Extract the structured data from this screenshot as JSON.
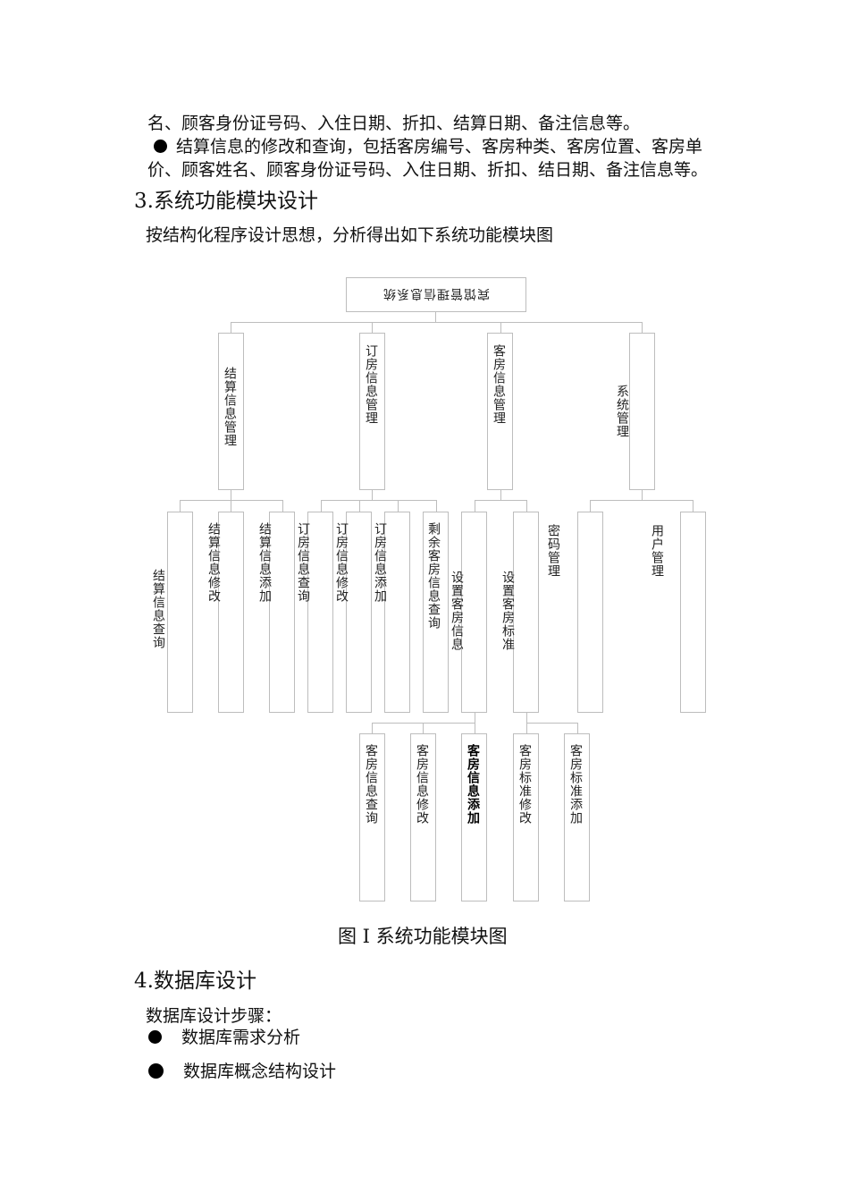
{
  "text_top": {
    "line1": "名、顾客身份证号码、入住日期、折扣、结算日期、备注信息等。",
    "line2": "结算信息的修改和查询，包括客房编号、客房种类、客房位置、客房单",
    "line3": "价、顾客姓名、顾客身份证号码、入住日期、折扣、结日期、备注信息等。"
  },
  "section3": {
    "heading": "3.系统功能模块设计",
    "intro": "按结构化程序设计思想，分析得出如下系统功能模块图"
  },
  "diagram": {
    "root": "宾馆管理信息系统",
    "level2": [
      "结算信息管理",
      "订房信息管理",
      "客房信息管理",
      "系统管理"
    ],
    "level3": [
      "结算信息查询",
      "结算信息修改",
      "结算信息添加",
      "订房信息查询",
      "订房信息修改",
      "订房信息添加",
      "剩余客房信息查询",
      "设置客房信息",
      "设置客房标准",
      "密码管理",
      "用户管理"
    ],
    "level4": [
      "客房信息查询",
      "客房信息修改",
      "客房信息添加",
      "客房标准修改",
      "客房标准添加"
    ],
    "caption": "图 I 系统功能模块图"
  },
  "section4": {
    "heading": "4.数据库设计",
    "intro": "数据库设计步骤：",
    "steps": [
      "数据库需求分析",
      "数据库概念结构设计"
    ]
  }
}
